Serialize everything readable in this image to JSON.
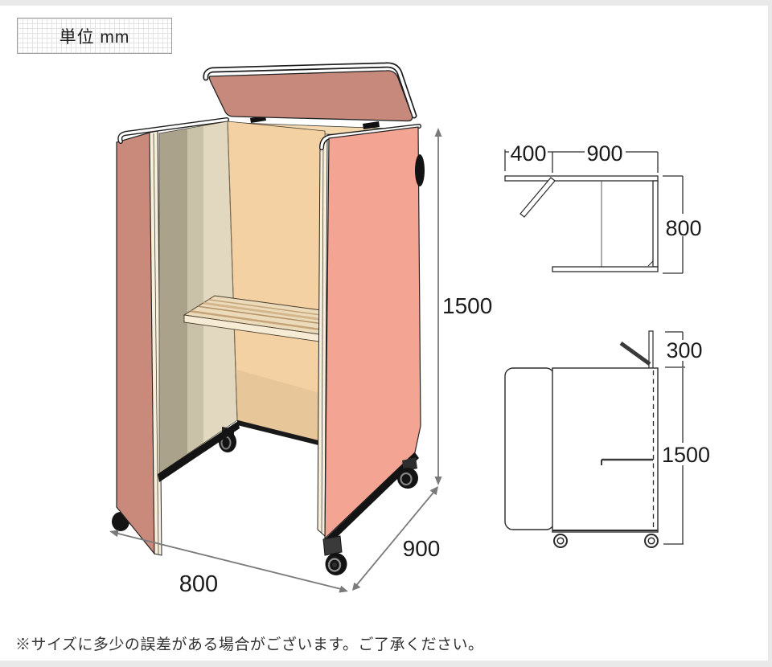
{
  "unit_box": {
    "label": "単位 mm"
  },
  "footnote": "※サイズに多少の誤差がある場合がございます。ご了承ください。",
  "perspective_view": {
    "height_mm": "1500",
    "width_mm": "800",
    "depth_mm": "900"
  },
  "top_view": {
    "flap_mm": "400",
    "depth_mm": "900",
    "width_mm": "800"
  },
  "side_view": {
    "flap_mm": "300",
    "height_mm": "1500"
  },
  "colors": {
    "panel_salmon": "#f3a493",
    "panel_salmon_muted": "#c98a7c",
    "lid_salmon": "#c6897c",
    "inner_beige": "#e2d8c0",
    "back_peach": "#f4d1a3",
    "desk_wood": "#ecdbba",
    "edge_cream": "#f8efda",
    "top_strip_peach": "#f5d9ae",
    "dimension_gray": "#7a7a7a"
  }
}
